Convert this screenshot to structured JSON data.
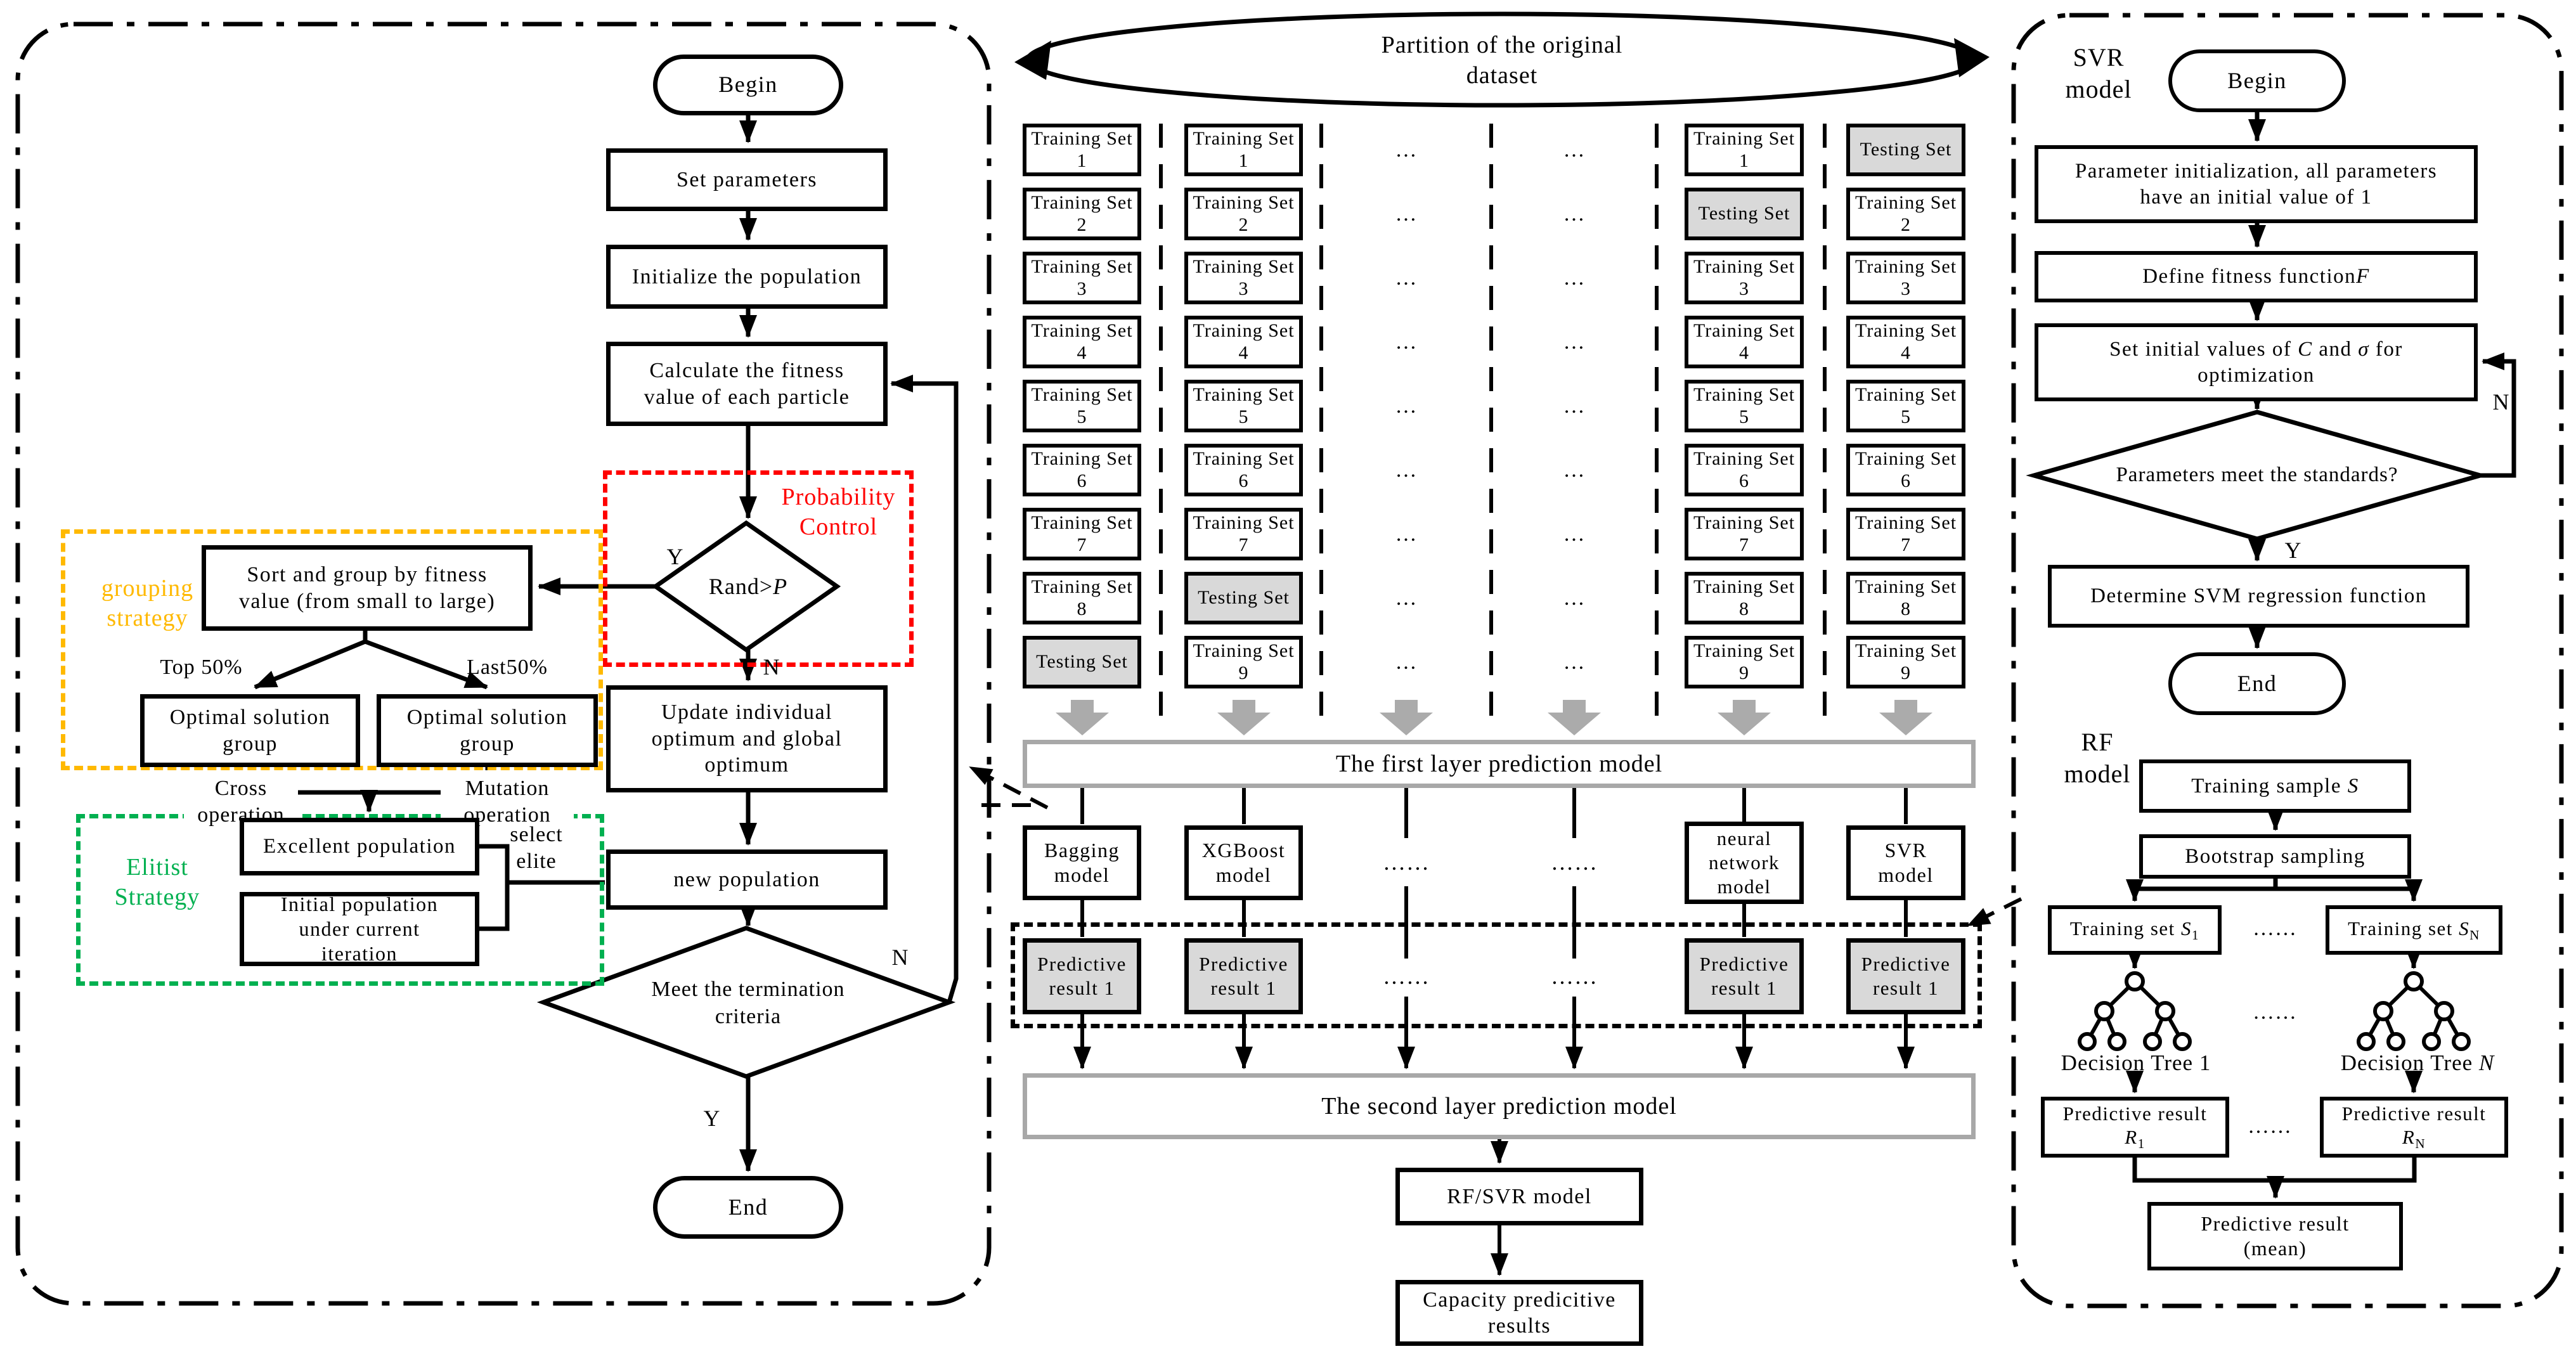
{
  "left": {
    "begin": "Begin",
    "set_parameters": "Set parameters",
    "initialize": "Initialize the population",
    "calc_fitness": "Calculate the fitness\nvalue of each particle",
    "probability_control": "Probability\nControl",
    "rand_pre": "Rand>",
    "rand_p": "P",
    "y1": "Y",
    "n1": "N",
    "grouping_label": "grouping\nstrategy",
    "sort_box": "Sort and group by fitness\nvalue (from small to large)",
    "top50": "Top 50%",
    "last50": "Last50%",
    "optimal_left": "Optimal solution\ngroup",
    "optimal_right": "Optimal solution\ngroup",
    "cross": "Cross\noperation",
    "mutation": "Mutation\noperation",
    "elitist_label": "Elitist\nStrategy",
    "excellent": "Excellent population",
    "initial_pop": "Initial population\nunder current\niteration",
    "select_elite": "select\nelite",
    "update_optimum": "Update individual\noptimum and global\noptimum",
    "new_population": "new population",
    "termination": "Meet the termination\ncriteria",
    "n2": "N",
    "y2": "Y",
    "end": "End"
  },
  "middle": {
    "partition": "Partition of the original\ndataset",
    "col_dots": "…",
    "columns": [
      {
        "cells": [
          {
            "t": "Training Set",
            "n": "1"
          },
          {
            "t": "Training Set",
            "n": "2"
          },
          {
            "t": "Training Set",
            "n": "3"
          },
          {
            "t": "Training Set",
            "n": "4"
          },
          {
            "t": "Training Set",
            "n": "5"
          },
          {
            "t": "Training Set",
            "n": "6"
          },
          {
            "t": "Training Set",
            "n": "7"
          },
          {
            "t": "Training Set",
            "n": "8"
          },
          {
            "t": "Testing Set",
            "testing": true
          }
        ]
      },
      {
        "cells": [
          {
            "t": "Training Set",
            "n": "1"
          },
          {
            "t": "Training Set",
            "n": "2"
          },
          {
            "t": "Training Set",
            "n": "3"
          },
          {
            "t": "Training Set",
            "n": "4"
          },
          {
            "t": "Training Set",
            "n": "5"
          },
          {
            "t": "Training Set",
            "n": "6"
          },
          {
            "t": "Training Set",
            "n": "7"
          },
          {
            "t": "Testing Set",
            "testing": true
          },
          {
            "t": "Training Set",
            "n": "9"
          }
        ]
      },
      {
        "cells": [
          {
            "dots": true
          },
          {
            "dots": true
          },
          {
            "dots": true
          },
          {
            "dots": true
          },
          {
            "dots": true
          },
          {
            "dots": true
          },
          {
            "dots": true
          },
          {
            "dots": true
          },
          {
            "dots": true
          }
        ]
      },
      {
        "cells": [
          {
            "dots": true
          },
          {
            "dots": true
          },
          {
            "dots": true
          },
          {
            "dots": true
          },
          {
            "dots": true
          },
          {
            "dots": true
          },
          {
            "dots": true
          },
          {
            "dots": true
          },
          {
            "dots": true
          }
        ]
      },
      {
        "cells": [
          {
            "t": "Training Set",
            "n": "1"
          },
          {
            "t": "Testing Set",
            "testing": true
          },
          {
            "t": "Training Set",
            "n": "3"
          },
          {
            "t": "Training Set",
            "n": "4"
          },
          {
            "t": "Training Set",
            "n": "5"
          },
          {
            "t": "Training Set",
            "n": "6"
          },
          {
            "t": "Training Set",
            "n": "7"
          },
          {
            "t": "Training Set",
            "n": "8"
          },
          {
            "t": "Training Set",
            "n": "9"
          }
        ]
      },
      {
        "cells": [
          {
            "t": "Testing Set",
            "testing": true
          },
          {
            "t": "Training Set",
            "n": "2"
          },
          {
            "t": "Training Set",
            "n": "3"
          },
          {
            "t": "Training Set",
            "n": "4"
          },
          {
            "t": "Training Set",
            "n": "5"
          },
          {
            "t": "Training Set",
            "n": "6"
          },
          {
            "t": "Training Set",
            "n": "7"
          },
          {
            "t": "Training Set",
            "n": "8"
          },
          {
            "t": "Training Set",
            "n": "9"
          }
        ]
      }
    ],
    "first_layer": "The first layer prediction model",
    "models": {
      "bagging": "Bagging\nmodel",
      "xgboost": "XGBoost\nmodel",
      "dots": "……",
      "neural": "neural\nnetwork\nmodel",
      "svr": "SVR\nmodel"
    },
    "predictive": "Predictive\nresult 1",
    "pred_dots": "……",
    "second_layer": "The second layer prediction model",
    "rf_svr": "RF/SVR model",
    "capacity": "Capacity predicitive\nresults"
  },
  "right": {
    "svr_label": "SVR\nmodel",
    "begin": "Begin",
    "param_init": "Parameter initialization, all parameters\nhave an initial value of 1",
    "define_pre": "Define fitness function",
    "define_f": "F",
    "set_pre": "Set initial values of ",
    "set_c": "C",
    "set_mid": " and ",
    "set_sigma": "σ",
    "set_post": " for optimization",
    "n": "N",
    "standards": "Parameters meet the standards?",
    "y": "Y",
    "determine": "Determine SVM regression function",
    "end": "End",
    "rf_label": "RF\nmodel",
    "training_sample_pre": "Training sample ",
    "training_sample_s": "S",
    "bootstrap": "Bootstrap sampling",
    "ts_pre": "Training set ",
    "ts_s": "S",
    "ts1_sub": "1",
    "tsN_sub": "N",
    "rf_dots": "……",
    "dt1": "Decision Tree 1",
    "dtN_pre": "Decision Tree ",
    "dtN_n": "N",
    "pred_line": "Predictive result",
    "r": "R",
    "r1_sub": "1",
    "rN_sub": "N",
    "mean": "Predictive result\n(mean)"
  }
}
